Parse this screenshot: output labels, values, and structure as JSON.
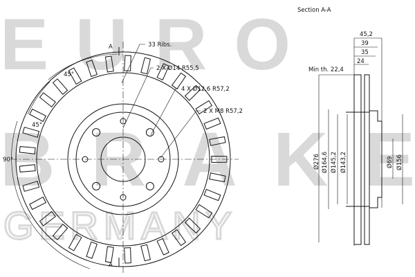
{
  "watermark": {
    "line1": "EURO",
    "line2": "BRAKE",
    "line3": "GERMANY"
  },
  "section_title": "Section A-A",
  "section_marker": "A",
  "front_view_labels": {
    "ribs": "33 Ribs.",
    "bolt_holes_1": "2 X Ø14  R55,5",
    "bolt_holes_2": "4 X Ø12,6  R57,2",
    "bolt_holes_3": "2 X M8   R57,2",
    "angle_1": "45°",
    "angle_2": "45°",
    "angle_3": "90°"
  },
  "section_dimensions": {
    "width_total": "45,2",
    "width_2": "39",
    "width_3": "35",
    "width_4": "24",
    "min_thickness": "Min th. 22,4",
    "dia_outer": "Ø276",
    "dia_2": "Ø164,6",
    "dia_3": "Ø145,2",
    "dia_4": "Ø143,2",
    "dia_center": "Ø69",
    "dia_hat": "Ø156"
  },
  "colors": {
    "watermark": "#d9d9d9",
    "line": "#111111"
  }
}
